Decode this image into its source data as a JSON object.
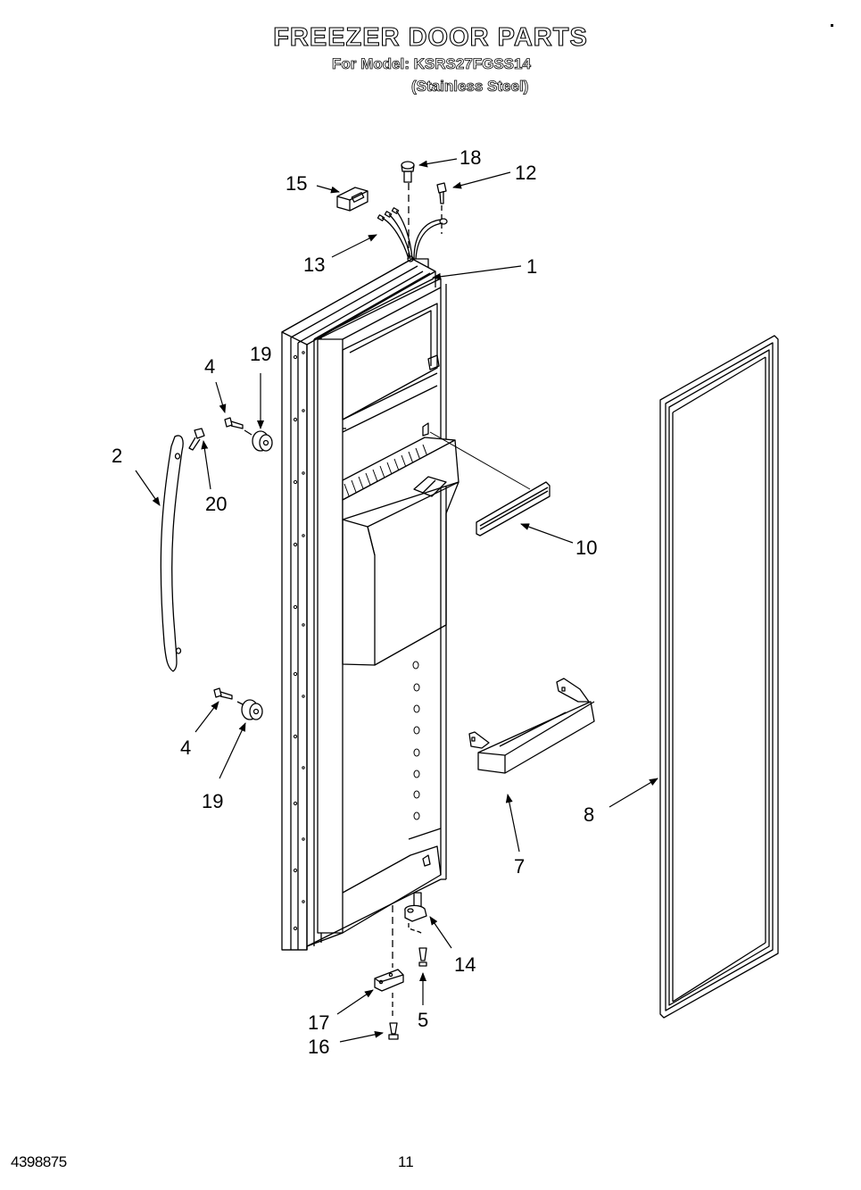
{
  "header": {
    "title": "FREEZER DOOR PARTS",
    "model_line": "For Model: KSRS27FGSS14",
    "finish_line": "(Stainless Steel)"
  },
  "footer": {
    "document_number": "4398875",
    "page_number": "11"
  },
  "callouts": [
    {
      "id": "c1",
      "label": "1",
      "part": "door assembly"
    },
    {
      "id": "c2",
      "label": "2",
      "part": "handle"
    },
    {
      "id": "c4a",
      "label": "4",
      "part": "upper handle screw"
    },
    {
      "id": "c4b",
      "label": "4",
      "part": "lower handle screw"
    },
    {
      "id": "c5",
      "label": "5",
      "part": "hinge screw"
    },
    {
      "id": "c7",
      "label": "7",
      "part": "door shelf"
    },
    {
      "id": "c8",
      "label": "8",
      "part": "door gasket"
    },
    {
      "id": "c10",
      "label": "10",
      "part": "trim strip"
    },
    {
      "id": "c12",
      "label": "12",
      "part": "ground screw"
    },
    {
      "id": "c13",
      "label": "13",
      "part": "wire harness"
    },
    {
      "id": "c14",
      "label": "14",
      "part": "lower hinge pin"
    },
    {
      "id": "c15",
      "label": "15",
      "part": "connector"
    },
    {
      "id": "c16",
      "label": "16",
      "part": "stop screw"
    },
    {
      "id": "c17",
      "label": "17",
      "part": "door stop"
    },
    {
      "id": "c18",
      "label": "18",
      "part": "plug"
    },
    {
      "id": "c19a",
      "label": "19",
      "part": "upper spacer"
    },
    {
      "id": "c19b",
      "label": "19",
      "part": "lower spacer"
    },
    {
      "id": "c20",
      "label": "20",
      "part": "handle screw"
    }
  ]
}
